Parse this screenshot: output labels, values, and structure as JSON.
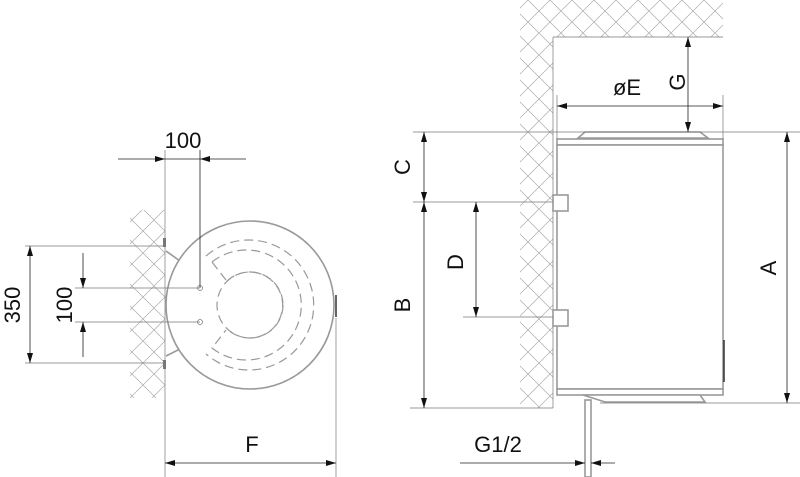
{
  "title": "Water heater wall-mounting dimensions",
  "top_view": {
    "dim_top": "100",
    "dim_outer": "350",
    "dim_inner": "100",
    "dim_depth": "F"
  },
  "side_view": {
    "dim_total_height": "A",
    "dim_bottom_to_bracket": "B",
    "dim_top_to_bracket": "C",
    "dim_bracket_spacing": "D",
    "dim_diameter": "øE",
    "dim_ceiling_gap": "G",
    "dim_pipe": "G1/2"
  },
  "colors": {
    "line": "#222222",
    "outline": "#999999",
    "hatch": "#aaaaaa"
  }
}
